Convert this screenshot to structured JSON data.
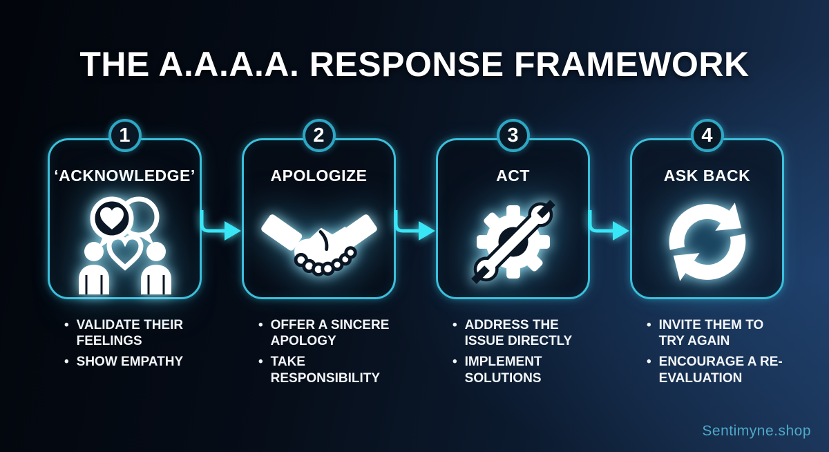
{
  "title": "THE A.A.A.A. RESPONSE FRAMEWORK",
  "footer": "Sentimyne.shop",
  "colors": {
    "accent_border": "#3cc0dc",
    "circle_ring": "#2da7c4",
    "arrow": "#38e6f6",
    "icon": "#ffffff",
    "footer_text": "#4fa9c9",
    "background_left": "#02050b",
    "background_right": "#1b3457"
  },
  "steps": [
    {
      "number": "1",
      "label": "‘ACKNOWLEDGE’",
      "icon": "empathy-people-icon",
      "bullets": [
        "VALIDATE THEIR FEELINGS",
        "SHOW EMPATHY"
      ]
    },
    {
      "number": "2",
      "label": "APOLOGIZE",
      "icon": "handshake-icon",
      "bullets": [
        "OFFER A SINCERE APOLOGY",
        "TAKE RESPONSIBILITY"
      ]
    },
    {
      "number": "3",
      "label": "ACT",
      "icon": "gear-wrench-icon",
      "bullets": [
        "ADDRESS THE ISSUE DIRECTLY",
        "IMPLEMENT SOLUTIONS"
      ]
    },
    {
      "number": "4",
      "label": "ASK BACK",
      "icon": "sync-arrows-icon",
      "bullets": [
        "INVITE THEM TO TRY AGAIN",
        "ENCOURAGE A RE-EVALUATION"
      ]
    }
  ]
}
